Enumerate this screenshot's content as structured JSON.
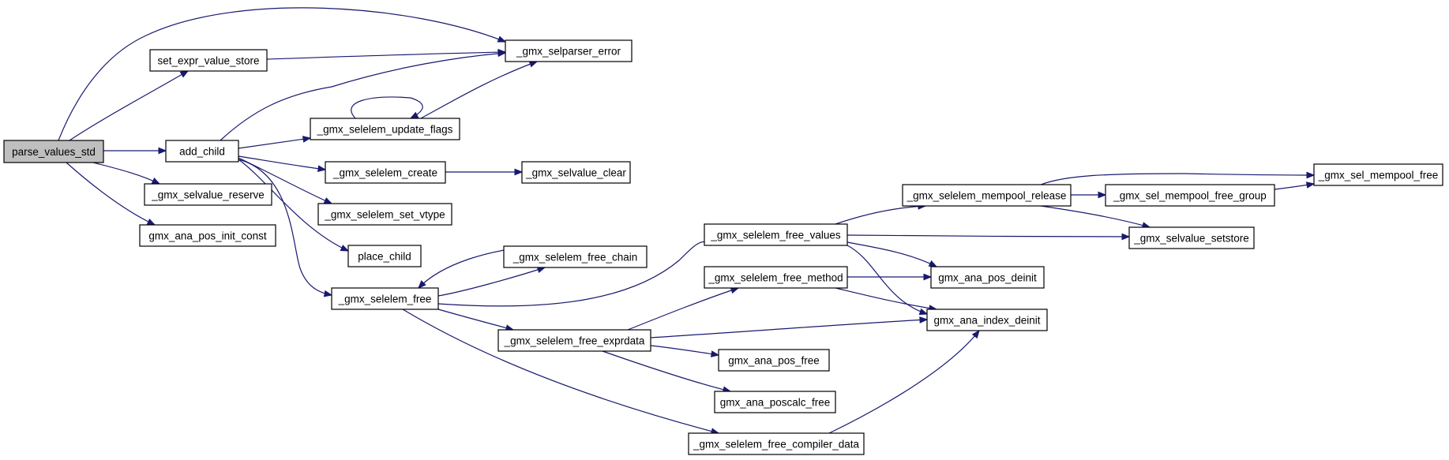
{
  "diagram": {
    "colors": {
      "edge": "#191970",
      "root_fill": "#bfbfbf",
      "node_fill": "#ffffff",
      "node_stroke": "#000000"
    },
    "nodes": [
      {
        "id": "parse_values_std",
        "label": "parse_values_std",
        "root": true
      },
      {
        "id": "set_expr_value_store",
        "label": "set_expr_value_store"
      },
      {
        "id": "add_child",
        "label": "add_child"
      },
      {
        "id": "gmx_selvalue_reserve",
        "label": "_gmx_selvalue_reserve"
      },
      {
        "id": "gmx_ana_pos_init_const",
        "label": "gmx_ana_pos_init_const"
      },
      {
        "id": "gmx_selparser_error",
        "label": "_gmx_selparser_error"
      },
      {
        "id": "gmx_selelem_update_flags",
        "label": "_gmx_selelem_update_flags"
      },
      {
        "id": "gmx_selelem_create",
        "label": "_gmx_selelem_create"
      },
      {
        "id": "gmx_selelem_set_vtype",
        "label": "_gmx_selelem_set_vtype"
      },
      {
        "id": "place_child",
        "label": "place_child"
      },
      {
        "id": "gmx_selelem_free",
        "label": "_gmx_selelem_free"
      },
      {
        "id": "gmx_selvalue_clear",
        "label": "_gmx_selvalue_clear"
      },
      {
        "id": "gmx_selelem_free_chain",
        "label": "_gmx_selelem_free_chain"
      },
      {
        "id": "gmx_selelem_free_values",
        "label": "_gmx_selelem_free_values"
      },
      {
        "id": "gmx_selelem_free_method",
        "label": "_gmx_selelem_free_method"
      },
      {
        "id": "gmx_selelem_free_exprdata",
        "label": "_gmx_selelem_free_exprdata"
      },
      {
        "id": "gmx_selelem_free_compiler_data",
        "label": "_gmx_selelem_free_compiler_data"
      },
      {
        "id": "gmx_selelem_mempool_release",
        "label": "_gmx_selelem_mempool_release"
      },
      {
        "id": "gmx_ana_pos_deinit",
        "label": "gmx_ana_pos_deinit"
      },
      {
        "id": "gmx_ana_index_deinit",
        "label": "gmx_ana_index_deinit"
      },
      {
        "id": "gmx_ana_pos_free",
        "label": "gmx_ana_pos_free"
      },
      {
        "id": "gmx_ana_poscalc_free",
        "label": "gmx_ana_poscalc_free"
      },
      {
        "id": "gmx_sel_mempool_free_group",
        "label": "_gmx_sel_mempool_free_group"
      },
      {
        "id": "gmx_selvalue_setstore",
        "label": "_gmx_selvalue_setstore"
      },
      {
        "id": "gmx_sel_mempool_free",
        "label": "_gmx_sel_mempool_free"
      }
    ],
    "edges": [
      {
        "from": "parse_values_std",
        "to": "gmx_selparser_error"
      },
      {
        "from": "parse_values_std",
        "to": "set_expr_value_store"
      },
      {
        "from": "parse_values_std",
        "to": "add_child"
      },
      {
        "from": "parse_values_std",
        "to": "gmx_selvalue_reserve"
      },
      {
        "from": "parse_values_std",
        "to": "gmx_ana_pos_init_const"
      },
      {
        "from": "set_expr_value_store",
        "to": "gmx_selparser_error"
      },
      {
        "from": "add_child",
        "to": "gmx_selparser_error"
      },
      {
        "from": "add_child",
        "to": "gmx_selelem_update_flags"
      },
      {
        "from": "add_child",
        "to": "gmx_selelem_create"
      },
      {
        "from": "add_child",
        "to": "gmx_selelem_set_vtype"
      },
      {
        "from": "add_child",
        "to": "place_child"
      },
      {
        "from": "add_child",
        "to": "gmx_selelem_free"
      },
      {
        "from": "gmx_selelem_update_flags",
        "to": "gmx_selparser_error"
      },
      {
        "from": "gmx_selelem_update_flags",
        "to": "gmx_selelem_update_flags"
      },
      {
        "from": "gmx_selelem_create",
        "to": "gmx_selvalue_clear"
      },
      {
        "from": "gmx_selelem_free",
        "to": "gmx_selelem_free_chain"
      },
      {
        "from": "gmx_selelem_free_chain",
        "to": "gmx_selelem_free"
      },
      {
        "from": "gmx_selelem_free",
        "to": "gmx_selelem_free_values"
      },
      {
        "from": "gmx_selelem_free",
        "to": "gmx_selelem_free_exprdata"
      },
      {
        "from": "gmx_selelem_free",
        "to": "gmx_selelem_free_compiler_data"
      },
      {
        "from": "gmx_selelem_free_values",
        "to": "gmx_selelem_mempool_release"
      },
      {
        "from": "gmx_selelem_free_values",
        "to": "gmx_selvalue_setstore"
      },
      {
        "from": "gmx_selelem_free_values",
        "to": "gmx_ana_pos_deinit"
      },
      {
        "from": "gmx_selelem_free_values",
        "to": "gmx_ana_index_deinit"
      },
      {
        "from": "gmx_selelem_mempool_release",
        "to": "gmx_sel_mempool_free_group"
      },
      {
        "from": "gmx_selelem_mempool_release",
        "to": "gmx_sel_mempool_free"
      },
      {
        "from": "gmx_selelem_mempool_release",
        "to": "gmx_selvalue_setstore"
      },
      {
        "from": "gmx_sel_mempool_free_group",
        "to": "gmx_sel_mempool_free"
      },
      {
        "from": "gmx_selelem_free_method",
        "to": "gmx_ana_pos_deinit"
      },
      {
        "from": "gmx_selelem_free_method",
        "to": "gmx_ana_index_deinit"
      },
      {
        "from": "gmx_selelem_free_exprdata",
        "to": "gmx_selelem_free_method"
      },
      {
        "from": "gmx_selelem_free_exprdata",
        "to": "gmx_ana_index_deinit"
      },
      {
        "from": "gmx_selelem_free_exprdata",
        "to": "gmx_ana_pos_free"
      },
      {
        "from": "gmx_selelem_free_exprdata",
        "to": "gmx_ana_poscalc_free"
      },
      {
        "from": "gmx_selelem_free_compiler_data",
        "to": "gmx_ana_index_deinit"
      }
    ]
  }
}
